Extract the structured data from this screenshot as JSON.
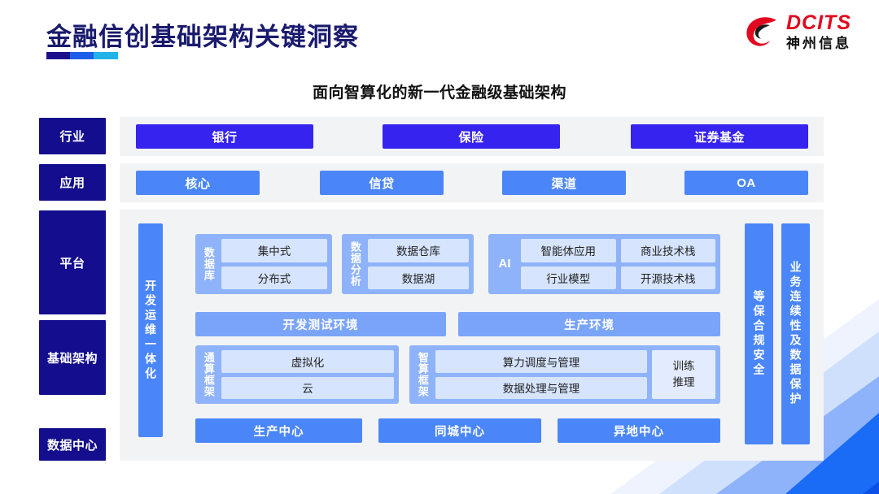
{
  "header": {
    "title": "金融信创基础架构关键洞察",
    "logo": {
      "en": "DCITS",
      "cn": "神州信息",
      "mark": "dcits-swirl-icon"
    },
    "accent_colors": [
      "#1a0e8c",
      "#1b5fe8",
      "#22b4e8"
    ]
  },
  "subtitle": "面向智算化的新一代金融级基础架构",
  "diagram": {
    "row_labels": {
      "industry": "行业",
      "application": "应用",
      "platform": "平台",
      "infrastructure": "基础架构",
      "datacenter": "数据中心"
    },
    "industry": [
      "银行",
      "保险",
      "证券基金"
    ],
    "application": [
      "核心",
      "信贷",
      "渠道",
      "OA"
    ],
    "vertical_bars": {
      "devops": "开发运维一体化",
      "compliance": "等保合规安全",
      "continuity": "业务连续性及数据保护"
    },
    "platform_groups": [
      {
        "label": "数据库",
        "items": [
          "集中式",
          "分布式"
        ]
      },
      {
        "label": "数据分析",
        "items": [
          "数据仓库",
          "数据湖"
        ]
      },
      {
        "label": "AI",
        "items": [
          "智能体应用",
          "商业技术栈",
          "行业模型",
          "开源技术栈"
        ]
      }
    ],
    "environments": [
      "开发测试环境",
      "生产环境"
    ],
    "frameworks": {
      "general": {
        "label": "通算框架",
        "items": [
          "虚拟化",
          "云"
        ]
      },
      "smart": {
        "label": "智算框架",
        "items": [
          "算力调度与管理",
          "数据处理与管理"
        ],
        "side": [
          "训练",
          "推理"
        ]
      }
    },
    "datacenters": [
      "生产中心",
      "同城中心",
      "异地中心"
    ]
  },
  "colors": {
    "navy": "#140d8e",
    "industry_blue": "#3723f0",
    "app_blue": "#4a86f7",
    "group_blue": "#8fb3fa",
    "chip_blue": "#d6e4fe",
    "band_grey": "#f2f3f5",
    "logo_red": "#e1081f"
  }
}
